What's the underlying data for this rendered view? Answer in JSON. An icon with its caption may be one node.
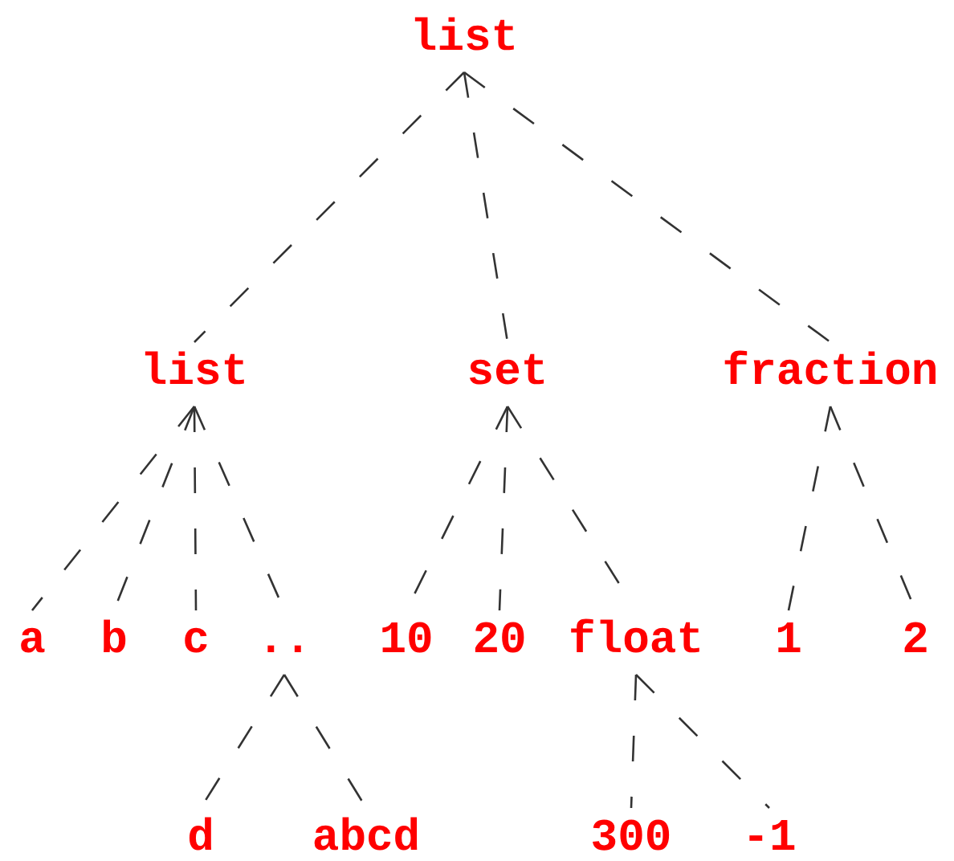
{
  "diagram": {
    "nodes": [
      {
        "text": [
          "list"
        ]
      },
      {
        "text": [
          "list"
        ]
      },
      {
        "text": [
          "set"
        ]
      },
      {
        "text": [
          "fraction"
        ]
      },
      {
        "text": [
          "a"
        ]
      },
      {
        "text": [
          "b"
        ]
      },
      {
        "text": [
          "c"
        ]
      },
      {
        "text": [
          ".."
        ]
      },
      {
        "text": [
          "10"
        ]
      },
      {
        "text": [
          "20"
        ]
      },
      {
        "text": [
          "float"
        ]
      },
      {
        "text": [
          "1"
        ]
      },
      {
        "text": [
          "2"
        ]
      },
      {
        "text": [
          "d"
        ]
      },
      {
        "text": [
          "abcd"
        ]
      },
      {
        "text": [
          "300"
        ]
      },
      {
        "text": [
          "-1"
        ]
      }
    ],
    "edges": [
      {
        "from": 0,
        "to": 1,
        "arrow": "none"
      },
      {
        "from": 0,
        "to": 2,
        "arrow": "none"
      },
      {
        "from": 0,
        "to": 3,
        "arrow": "none"
      },
      {
        "from": 1,
        "to": 4,
        "arrow": "none"
      },
      {
        "from": 1,
        "to": 5,
        "arrow": "none"
      },
      {
        "from": 1,
        "to": 6,
        "arrow": "none"
      },
      {
        "from": 1,
        "to": 7,
        "arrow": "none"
      },
      {
        "from": 2,
        "to": 8,
        "arrow": "none"
      },
      {
        "from": 2,
        "to": 9,
        "arrow": "none"
      },
      {
        "from": 2,
        "to": 10,
        "arrow": "none"
      },
      {
        "from": 3,
        "to": 11,
        "arrow": "none"
      },
      {
        "from": 3,
        "to": 12,
        "arrow": "none"
      },
      {
        "from": 7,
        "to": 13,
        "arrow": "none"
      },
      {
        "from": 7,
        "to": 14,
        "arrow": "none"
      },
      {
        "from": 10,
        "to": 15,
        "arrow": "none"
      },
      {
        "from": 10,
        "to": 16,
        "arrow": "none"
      }
    ]
  }
}
